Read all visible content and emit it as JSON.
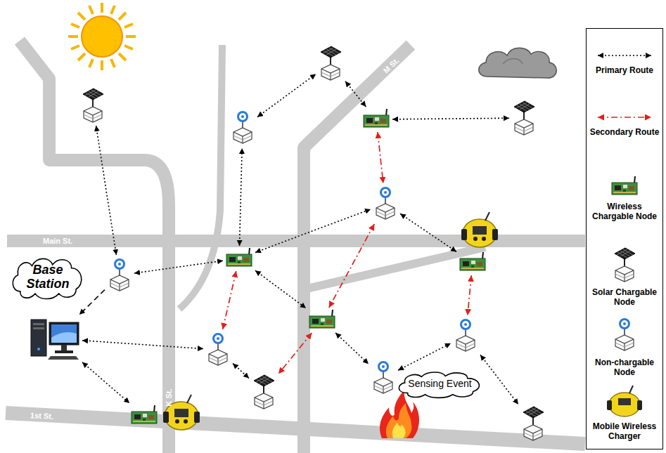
{
  "diagram": {
    "nodes": [
      {
        "text": [
          "Base Station"
        ]
      },
      {
        "text": []
      },
      {
        "text": []
      },
      {
        "text": []
      },
      {
        "text": []
      },
      {
        "text": []
      },
      {
        "text": []
      },
      {
        "text": []
      },
      {
        "text": []
      },
      {
        "text": []
      },
      {
        "text": []
      },
      {
        "text": []
      },
      {
        "text": []
      },
      {
        "text": []
      },
      {
        "text": []
      },
      {
        "text": []
      },
      {
        "text": []
      },
      {
        "text": []
      },
      {
        "text": [
          "Sensing Event"
        ]
      }
    ],
    "edges": [
      {
        "from": 2,
        "to": 3,
        "arrow": "both"
      },
      {
        "from": 3,
        "to": 4,
        "arrow": "both"
      },
      {
        "from": 3,
        "to": 1,
        "arrow": "to"
      },
      {
        "from": 1,
        "to": 12,
        "arrow": "both"
      },
      {
        "from": 1,
        "to": 14,
        "arrow": "both"
      },
      {
        "from": 4,
        "to": 5,
        "arrow": "both"
      },
      {
        "from": 5,
        "to": 6,
        "arrow": "both"
      },
      {
        "from": 6,
        "to": 7,
        "arrow": "both"
      },
      {
        "from": 7,
        "to": 8,
        "arrow": "both"
      },
      {
        "from": 4,
        "to": 9,
        "arrow": "both"
      },
      {
        "from": 9,
        "to": 10,
        "arrow": "both"
      },
      {
        "from": 4,
        "to": 11,
        "arrow": "both"
      },
      {
        "from": 11,
        "to": 15,
        "arrow": "both"
      },
      {
        "from": 15,
        "to": 16,
        "arrow": "both"
      },
      {
        "from": 16,
        "to": 17,
        "arrow": "both"
      },
      {
        "from": 12,
        "to": 13,
        "arrow": "both"
      },
      {
        "from": 7,
        "to": 9,
        "arrow": "both"
      },
      {
        "from": 4,
        "to": 12,
        "arrow": "both"
      },
      {
        "from": 9,
        "to": 11,
        "arrow": "both"
      },
      {
        "from": 11,
        "to": 13,
        "arrow": "both"
      },
      {
        "from": 10,
        "to": 16,
        "arrow": "both"
      }
    ],
    "labels": [
      "Main St.",
      "K St.",
      "M St.",
      "1st St."
    ],
    "legend": [
      {
        "text": "Primary Route"
      },
      {
        "text": "Secondary Route"
      },
      {
        "text": "Wireless Chargable Node"
      },
      {
        "text": "Solar Chargable Node"
      },
      {
        "text": "Non-chargable Node"
      },
      {
        "text": "Mobile Wireless Charger"
      }
    ]
  }
}
